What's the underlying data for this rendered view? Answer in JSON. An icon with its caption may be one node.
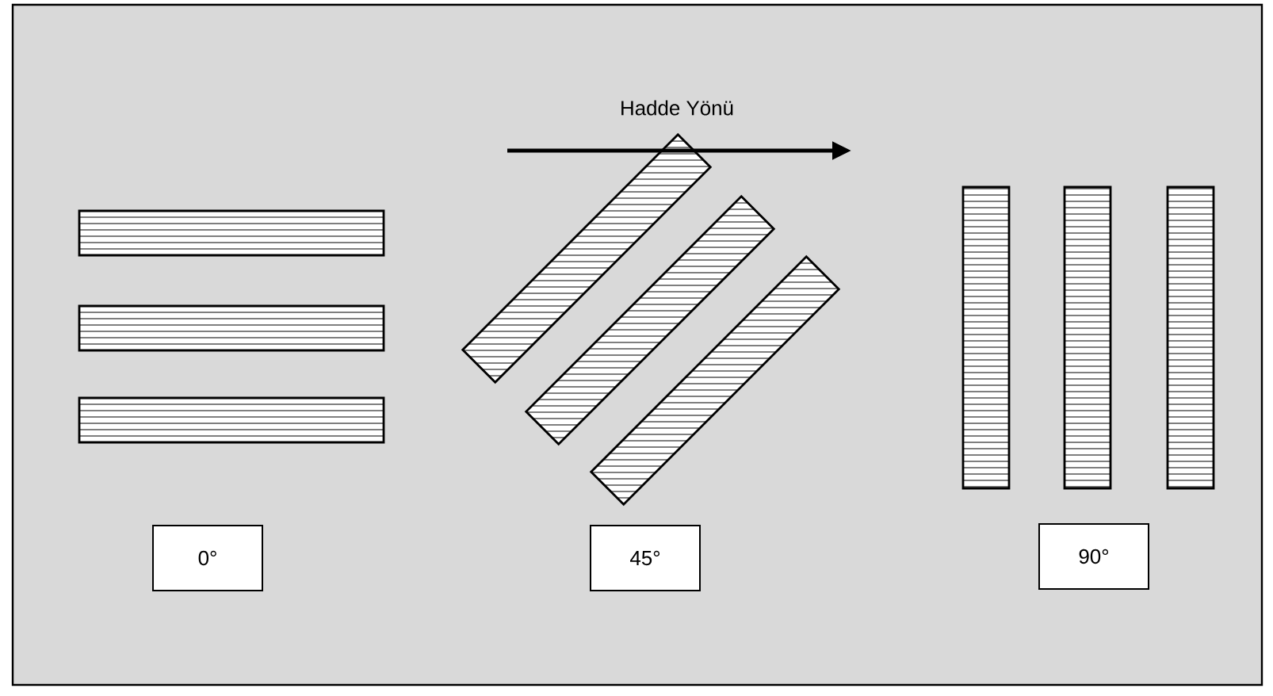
{
  "diagram": {
    "nodes": [
      {
        "text": [
          "0°"
        ]
      },
      {
        "text": [
          "45°"
        ]
      },
      {
        "text": [
          "90°"
        ]
      }
    ],
    "labels": [
      "Hadde Yönü"
    ]
  }
}
